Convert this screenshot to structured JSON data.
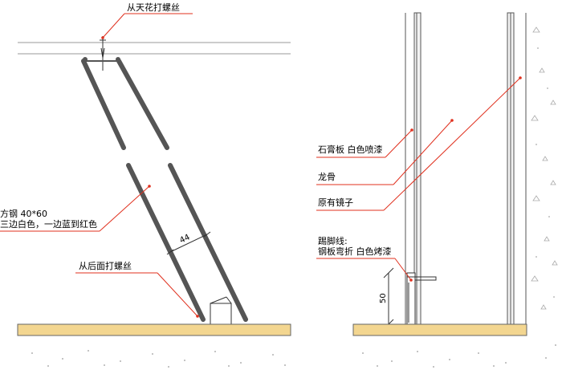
{
  "annotations": {
    "ceiling_screw": "从天花打螺丝",
    "square_steel_line1": "方钢 40*60",
    "square_steel_line2": "三边白色，一边蓝到红色",
    "rear_screw": "从后面打螺丝",
    "gypsum_board": "石膏板 白色喷漆",
    "keel": "龙骨",
    "existing_mirror": "原有镜子",
    "skirting_line1": "踢脚线:",
    "skirting_line2": "钢板弯折 白色烤漆"
  },
  "dimensions": {
    "steel_width": "44",
    "skirting_height": "50"
  },
  "colors": {
    "floor": "#f3d690",
    "steel": "#555555",
    "leader": "#e0301e",
    "line": "#333333",
    "wall_fill": "#f2f2f2"
  }
}
